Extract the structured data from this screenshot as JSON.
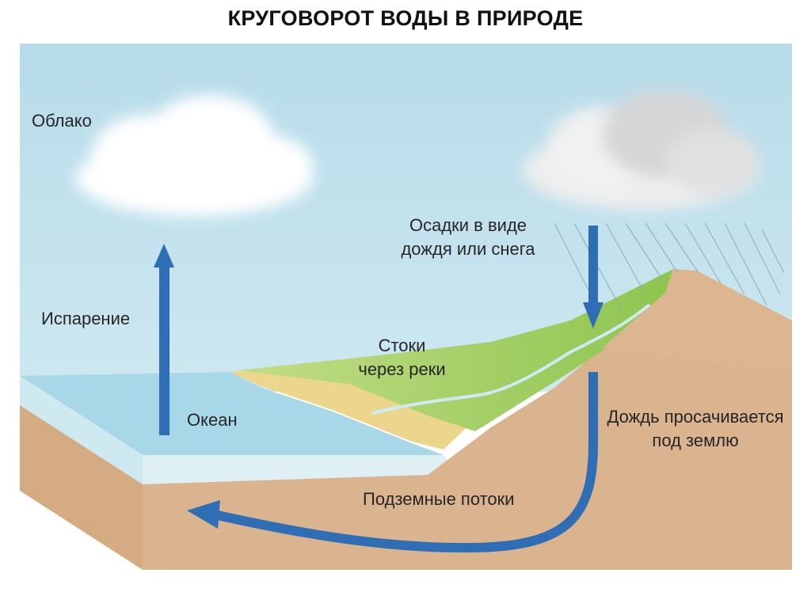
{
  "title": "КРУГОВОРОТ ВОДЫ В ПРИРОДЕ",
  "labels": {
    "cloud": "Облако",
    "evaporation": "Испарение",
    "ocean": "Океан",
    "precipitation_line1": "Осадки в виде",
    "precipitation_line2": "дождя или снега",
    "runoff_line1": "Стоки",
    "runoff_line2": "через реки",
    "infiltration_line1": "Дождь просачивается",
    "infiltration_line2": "под землю",
    "groundwater": "Подземные потоки"
  },
  "colors": {
    "sky": "#bfe0ec",
    "ocean": "#a9d9e8",
    "soil": "#d9b48e",
    "grass": "#9ccc56",
    "sand": "#ecd68c",
    "arrow": "#2f6db5"
  }
}
